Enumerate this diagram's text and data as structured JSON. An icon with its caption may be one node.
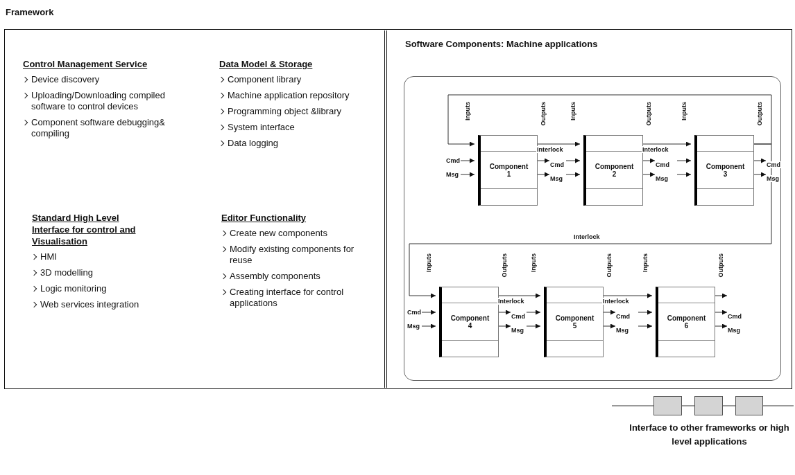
{
  "diagram": {
    "nodes": [
      {
        "text": [
          "Framework"
        ]
      },
      {
        "text": [
          "Control Management Service",
          "Device discovery",
          "Uploading/Downloading compiled software to control devices",
          "Component software debugging& compiling"
        ],
        "in": 0
      },
      {
        "text": [
          "Data Model & Storage",
          "Component library",
          "Machine application repository",
          "Programming object &library",
          "System interface",
          "Data logging"
        ],
        "in": 0
      },
      {
        "text": [
          "Standard High Level Interface for control and Visualisation",
          "HMI",
          "3D modelling",
          "Logic monitoring",
          "Web services integration"
        ],
        "in": 0
      },
      {
        "text": [
          "Editor Functionality",
          "Create new components",
          "Modify existing components for reuse",
          "Assembly components",
          "Creating interface for control applications"
        ],
        "in": 0
      },
      {
        "text": [
          "Software Components: Machine applications"
        ],
        "in": 0
      },
      {
        "text": [],
        "shape": "box",
        "in": 5
      },
      {
        "text": [
          "Component 1"
        ],
        "beside": [
          "Inputs",
          "Outputs"
        ],
        "in": 6
      },
      {
        "text": [
          "Component 2"
        ],
        "beside": [
          "Inputs",
          "Outputs"
        ],
        "in": 6
      },
      {
        "text": [
          "Component 3"
        ],
        "beside": [
          "Inputs",
          "Outputs"
        ],
        "in": 6
      },
      {
        "text": [
          "Component 4"
        ],
        "beside": [
          "Inputs",
          "Outputs"
        ],
        "in": 6
      },
      {
        "text": [
          "Component 5"
        ],
        "beside": [
          "Inputs",
          "Outputs"
        ],
        "in": 6
      },
      {
        "text": [
          "Component 6"
        ],
        "beside": [
          "Inputs",
          "Outputs"
        ],
        "in": 6
      },
      {
        "text": [],
        "shape": "box"
      },
      {
        "text": [],
        "shape": "box"
      },
      {
        "text": [],
        "shape": "box"
      }
    ],
    "edges": [
      {
        "from": null,
        "to": 7,
        "arrow": "to",
        "label": "Cmd"
      },
      {
        "from": null,
        "to": 7,
        "arrow": "to",
        "label": "Msg"
      },
      {
        "from": 7,
        "to": 8,
        "arrow": "to",
        "label": "Interlock"
      },
      {
        "from": 7,
        "to": null,
        "arrow": "to",
        "label": "Cmd"
      },
      {
        "from": 7,
        "to": null,
        "arrow": "to",
        "label": "Msg"
      },
      {
        "from": null,
        "to": 8,
        "arrow": "to"
      },
      {
        "from": null,
        "to": 8,
        "arrow": "to"
      },
      {
        "from": 8,
        "to": 9,
        "arrow": "to",
        "label": "Interlock"
      },
      {
        "from": 8,
        "to": null,
        "arrow": "to",
        "label": "Cmd"
      },
      {
        "from": 8,
        "to": null,
        "arrow": "to",
        "label": "Msg"
      },
      {
        "from": null,
        "to": 9,
        "arrow": "to"
      },
      {
        "from": null,
        "to": 9,
        "arrow": "to"
      },
      {
        "from": 9,
        "to": null,
        "arrow": "to",
        "label": "Cmd"
      },
      {
        "from": 9,
        "to": null,
        "arrow": "to",
        "label": "Msg"
      },
      {
        "from": 9,
        "to": 7,
        "arrow": "to"
      },
      {
        "from": 9,
        "to": 10,
        "arrow": "to",
        "label": "Interlock"
      },
      {
        "from": null,
        "to": 10,
        "arrow": "to",
        "label": "Cmd"
      },
      {
        "from": null,
        "to": 10,
        "arrow": "to",
        "label": "Msg"
      },
      {
        "from": 10,
        "to": 11,
        "arrow": "to",
        "label": "Interlock"
      },
      {
        "from": 10,
        "to": null,
        "arrow": "to",
        "label": "Cmd"
      },
      {
        "from": 10,
        "to": null,
        "arrow": "to",
        "label": "Msg"
      },
      {
        "from": null,
        "to": 11,
        "arrow": "to"
      },
      {
        "from": null,
        "to": 11,
        "arrow": "to"
      },
      {
        "from": 11,
        "to": 12,
        "arrow": "to",
        "label": "Interlock"
      },
      {
        "from": 11,
        "to": null,
        "arrow": "to",
        "label": "Cmd"
      },
      {
        "from": 11,
        "to": null,
        "arrow": "to",
        "label": "Msg"
      },
      {
        "from": null,
        "to": 12,
        "arrow": "to"
      },
      {
        "from": null,
        "to": 12,
        "arrow": "to"
      },
      {
        "from": 12,
        "to": null,
        "arrow": "to"
      },
      {
        "from": 12,
        "to": null,
        "arrow": "to",
        "label": "Cmd"
      },
      {
        "from": 12,
        "to": null,
        "arrow": "to",
        "label": "Msg"
      },
      {
        "from": null,
        "to": 13,
        "arrow": "none"
      },
      {
        "from": 13,
        "to": 14,
        "arrow": "none"
      },
      {
        "from": 14,
        "to": 15,
        "arrow": "none"
      },
      {
        "from": 15,
        "to": null,
        "arrow": "none"
      }
    ],
    "labels": [
      "Interface to other frameworks or high level applications"
    ]
  }
}
